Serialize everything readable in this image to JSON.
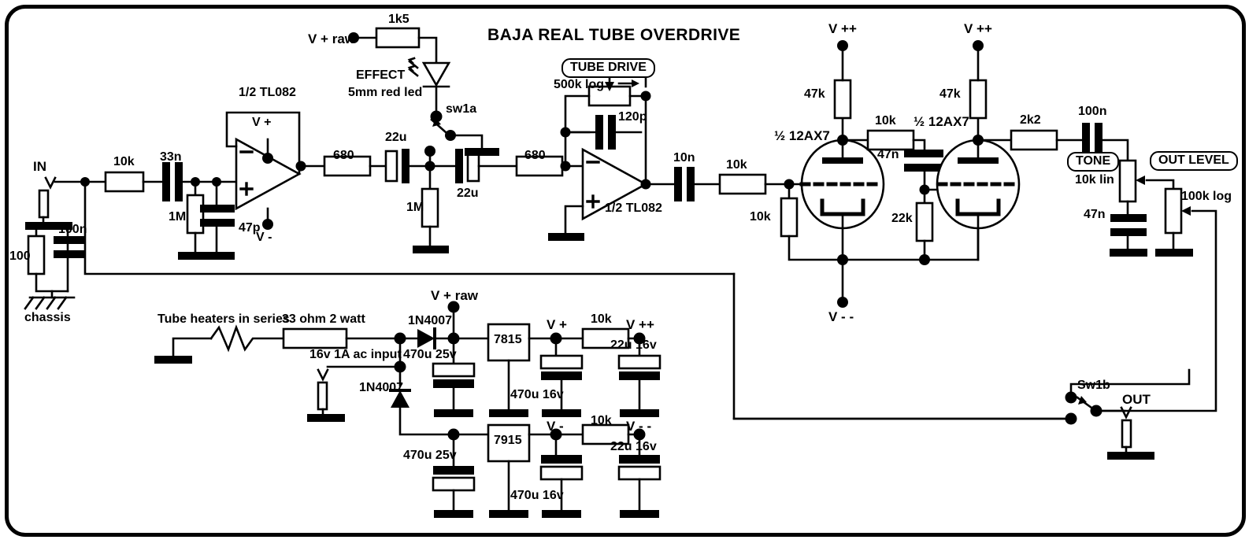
{
  "title": "BAJA REAL TUBE OVERDRIVE",
  "controls": [
    {
      "name": "tube-drive",
      "label": "TUBE DRIVE",
      "value": "500k log"
    },
    {
      "name": "tone",
      "label": "TONE",
      "value": "10k lin"
    },
    {
      "name": "out-level",
      "label": "OUT LEVEL",
      "value": "100k log"
    }
  ],
  "jacks": [
    {
      "name": "input-jack",
      "label": "IN"
    },
    {
      "name": "output-jack",
      "label": "OUT"
    },
    {
      "name": "ac-input-jack",
      "label": "16v 1A ac input"
    }
  ],
  "ground": {
    "chassis_label": "chassis"
  },
  "switches": [
    {
      "name": "sw1a",
      "label": "sw1a"
    },
    {
      "name": "sw1b",
      "label": "Sw1b"
    }
  ],
  "indicator": {
    "name": "effect-led",
    "line1": "EFFECT",
    "line2": "5mm red led",
    "dropper": "1k5"
  },
  "opamps": [
    {
      "name": "opamp-u1a",
      "label": "1/2 TL082",
      "vplus": "V +",
      "vminus": "V -"
    },
    {
      "name": "opamp-u1b",
      "label": "1/2 TL082"
    }
  ],
  "tubes": [
    {
      "name": "tube-v1a",
      "label": "½ 12AX7"
    },
    {
      "name": "tube-v1b",
      "label": "½ 12AX7"
    }
  ],
  "regulators": [
    {
      "name": "reg-7815",
      "label": "7815"
    },
    {
      "name": "reg-7915",
      "label": "7915"
    }
  ],
  "rails": {
    "vplus_raw_top": "V + raw",
    "vplus_raw_psu": "V + raw",
    "vpp_left": "V ++",
    "vpp_right": "V ++",
    "vmm": "V - -",
    "vplus": "V +",
    "vminus": "V -",
    "vpp_psu": "V ++",
    "vmm_psu": "V - -"
  },
  "resistors": [
    {
      "name": "r-input-series",
      "value": "10k"
    },
    {
      "name": "r-input-shunt",
      "value": "100"
    },
    {
      "name": "r-bias-1m",
      "value": "1M"
    },
    {
      "name": "r-u1a-out",
      "value": "680"
    },
    {
      "name": "r-coupling-1m",
      "value": "1M"
    },
    {
      "name": "r-u1b-in",
      "value": "680"
    },
    {
      "name": "r-led-dropper",
      "value": "1k5"
    },
    {
      "name": "r-drive-pot",
      "value": "500k log"
    },
    {
      "name": "r-tube-grid-series",
      "value": "10k"
    },
    {
      "name": "r-tube-grid-shunt",
      "value": "10k"
    },
    {
      "name": "r-plate-v1a",
      "value": "47k"
    },
    {
      "name": "r-plate-v1b",
      "value": "47k"
    },
    {
      "name": "r-interstage",
      "value": "10k"
    },
    {
      "name": "r-grid-v1b",
      "value": "22k"
    },
    {
      "name": "r-out-series",
      "value": "2k2"
    },
    {
      "name": "r-tone-pot",
      "value": "10k lin"
    },
    {
      "name": "r-level-pot",
      "value": "100k log"
    },
    {
      "name": "r-heater",
      "value": "33 ohm 2 watt"
    },
    {
      "name": "r-vpp-dropper",
      "value": "10k"
    },
    {
      "name": "r-vmm-dropper",
      "value": "10k"
    }
  ],
  "capacitors": [
    {
      "name": "c-input-shunt",
      "value": "100n"
    },
    {
      "name": "c-input-coupling",
      "value": "33n"
    },
    {
      "name": "c-u1a-comp",
      "value": "47p"
    },
    {
      "name": "c-coupling-a",
      "value": "22u"
    },
    {
      "name": "c-coupling-b",
      "value": "22u"
    },
    {
      "name": "c-drive-feedback",
      "value": "120p"
    },
    {
      "name": "c-u1b-out",
      "value": "10n"
    },
    {
      "name": "c-interstage",
      "value": "47n"
    },
    {
      "name": "c-out-coupling",
      "value": "100n"
    },
    {
      "name": "c-tone-shunt",
      "value": "47n"
    },
    {
      "name": "c-raw-pos",
      "value": "470u 25v"
    },
    {
      "name": "c-raw-neg",
      "value": "470u 25v"
    },
    {
      "name": "c-reg-pos",
      "value": "470u 16v"
    },
    {
      "name": "c-reg-neg",
      "value": "470u 16v"
    },
    {
      "name": "c-vpp",
      "value": "22u 16v"
    },
    {
      "name": "c-vmm",
      "value": "22u 16v"
    }
  ],
  "diodes": [
    {
      "name": "d-rect-pos",
      "value": "1N4007"
    },
    {
      "name": "d-rect-neg",
      "value": "1N4007"
    }
  ],
  "notes": {
    "heaters": "Tube heaters in series"
  },
  "colors": {
    "ink": "#000000",
    "paper": "#ffffff"
  }
}
